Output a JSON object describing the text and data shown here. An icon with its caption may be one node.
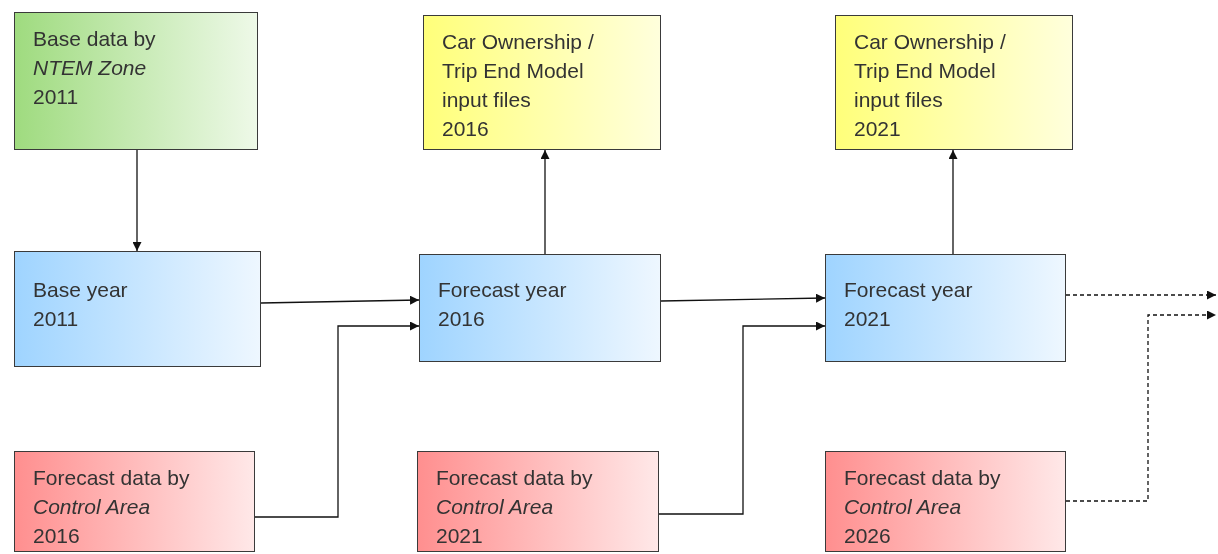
{
  "diagram": {
    "nodes": [
      {
        "text": [
          "Base data by *NTEM Zone*",
          "2011"
        ]
      },
      {
        "text": [
          "Car Ownership / Trip End Model input files",
          "2016"
        ]
      },
      {
        "text": [
          "Car Ownership / Trip End Model input files",
          "2021"
        ]
      },
      {
        "text": [
          "Base year",
          "2011"
        ]
      },
      {
        "text": [
          "Forecast year",
          "2016"
        ]
      },
      {
        "text": [
          "Forecast year",
          "2021"
        ]
      },
      {
        "text": [
          "Forecast data by *Control Area*",
          "2016"
        ]
      },
      {
        "text": [
          "Forecast data by *Control Area*",
          "2021"
        ]
      },
      {
        "text": [
          "Forecast data by *Control Area*",
          "2026"
        ]
      }
    ],
    "edges": [
      {
        "from": 0,
        "to": 3,
        "arrow": "to"
      },
      {
        "from": 4,
        "to": 1,
        "arrow": "to"
      },
      {
        "from": 5,
        "to": 2,
        "arrow": "to"
      },
      {
        "from": 3,
        "to": 4,
        "arrow": "to"
      },
      {
        "from": 6,
        "to": 4,
        "arrow": "to"
      },
      {
        "from": 4,
        "to": 5,
        "arrow": "to"
      },
      {
        "from": 7,
        "to": 5,
        "arrow": "to"
      },
      {
        "from": 5,
        "to": null,
        "arrow": "to",
        "style": "dashed"
      },
      {
        "from": 8,
        "to": null,
        "arrow": "to",
        "style": "dashed"
      }
    ]
  }
}
